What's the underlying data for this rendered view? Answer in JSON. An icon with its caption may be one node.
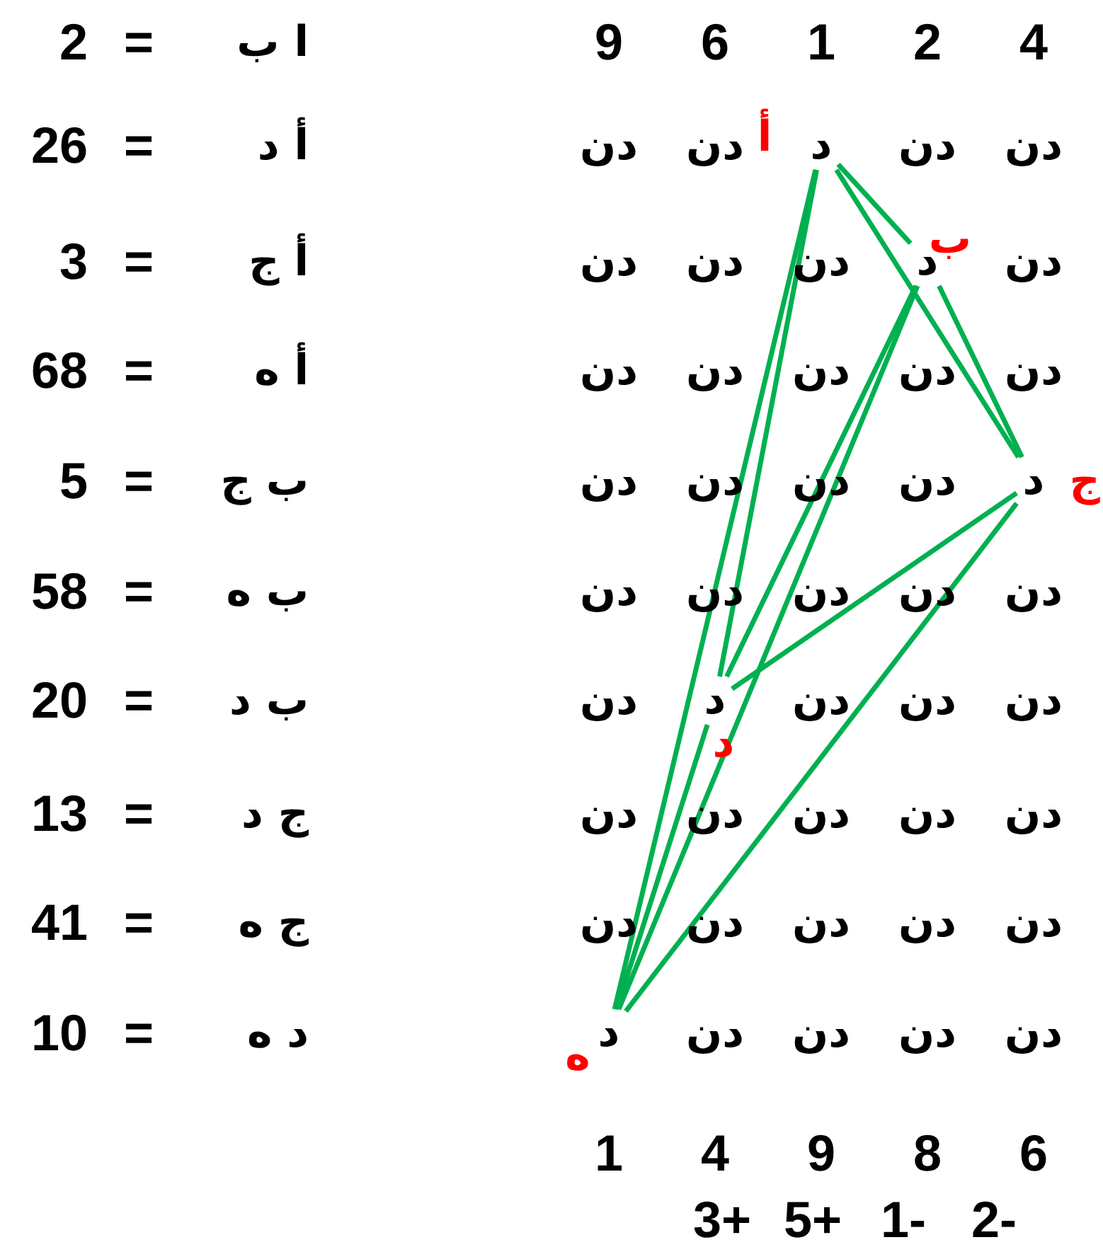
{
  "diagram": {
    "nodes": [
      {
        "text": [
          "د"
        ],
        "beside": [
          "أ"
        ]
      },
      {
        "text": [
          "د"
        ],
        "beside": [
          "ب"
        ]
      },
      {
        "text": [
          "د"
        ],
        "beside": [
          "ج"
        ]
      },
      {
        "text": [
          "د"
        ],
        "beside": [
          "د"
        ]
      },
      {
        "text": [
          "د"
        ],
        "beside": [
          "ه"
        ]
      }
    ],
    "edges": [
      {
        "from": 0,
        "to": 1,
        "arrow": "none",
        "color": "#00b050"
      },
      {
        "from": 0,
        "to": 3,
        "arrow": "none",
        "color": "#00b050"
      },
      {
        "from": 0,
        "to": 2,
        "arrow": "none",
        "color": "#00b050"
      },
      {
        "from": 0,
        "to": 4,
        "arrow": "none",
        "color": "#00b050"
      },
      {
        "from": 1,
        "to": 2,
        "arrow": "none",
        "color": "#00b050"
      },
      {
        "from": 1,
        "to": 4,
        "arrow": "none",
        "color": "#00b050"
      },
      {
        "from": 1,
        "to": 3,
        "arrow": "none",
        "color": "#00b050"
      },
      {
        "from": 2,
        "to": 3,
        "arrow": "none",
        "color": "#00b050"
      },
      {
        "from": 2,
        "to": 4,
        "arrow": "none",
        "color": "#00b050"
      },
      {
        "from": 3,
        "to": 4,
        "arrow": "none",
        "color": "#00b050"
      }
    ],
    "labels": [
      "2",
      "=",
      "ا ب",
      "26",
      "=",
      "أ د",
      "3",
      "=",
      "أ ج",
      "68",
      "=",
      "أ ه",
      "5",
      "=",
      "ب ج",
      "58",
      "=",
      "ب ه",
      "20",
      "=",
      "ب د",
      "13",
      "=",
      "ج د",
      "41",
      "=",
      "ج ه",
      "10",
      "=",
      "د ه",
      "9",
      "6",
      "1",
      "2",
      "4",
      "دن",
      "دن",
      "دن",
      "دن",
      "دن",
      "دن",
      "دن",
      "دن",
      "دن",
      "دن",
      "دن",
      "دن",
      "دن",
      "دن",
      "دن",
      "دن",
      "دن",
      "دن",
      "دن",
      "دن",
      "دن",
      "دن",
      "دن",
      "دن",
      "دن",
      "دن",
      "دن",
      "دن",
      "دن",
      "دن",
      "دن",
      "دن",
      "دن",
      "دن",
      "دن",
      "دن",
      "دن",
      "دن",
      "دن",
      "دن",
      "1",
      "4",
      "9",
      "8",
      "6",
      "3+",
      "5+",
      "1-",
      "2-"
    ]
  }
}
